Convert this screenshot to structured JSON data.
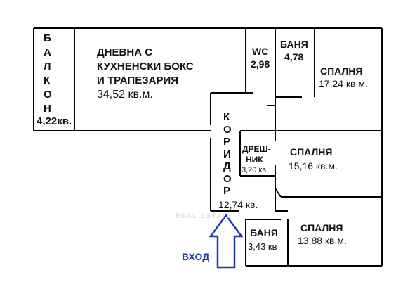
{
  "plan": {
    "balcony": {
      "letters": [
        "Б",
        "А",
        "Л",
        "К",
        "О",
        "Н"
      ],
      "area": "4,22кв."
    },
    "living": {
      "line1": "ДНЕВНА С",
      "line2": "КУХНЕНСКИ БОКС",
      "line3": "И ТРАПЕЗАРИЯ",
      "area": "34,52 кв.м."
    },
    "wc": {
      "name": "WC",
      "area": "2,98"
    },
    "bath1": {
      "name": "БАНЯ",
      "area": "4,78"
    },
    "bedroom1": {
      "name": "СПАЛНЯ",
      "area": "17,24 кв.м."
    },
    "corridor": {
      "letters": [
        "К",
        "О",
        "Р",
        "И",
        "Д",
        "О",
        "Р"
      ],
      "area": "12,74 кв."
    },
    "closet": {
      "line1": "ДРЕШ-",
      "line2": "НИК",
      "area": "3,20 кв."
    },
    "bedroom2": {
      "name": "СПАЛНЯ",
      "area": "15,16 кв.м."
    },
    "bath2": {
      "name": "БАНЯ",
      "area": "3,43 кв"
    },
    "bedroom3": {
      "name": "СПАЛНЯ",
      "area": "13,88 кв.м."
    },
    "entrance": {
      "label": "ВХОД",
      "color": "#1e3aa8"
    },
    "watermark": "REAL ESTATE"
  }
}
